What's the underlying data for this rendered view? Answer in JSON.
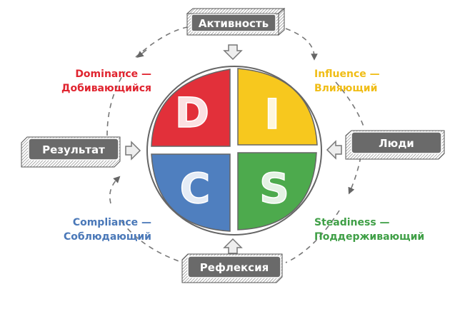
{
  "quadrants": [
    {
      "letter": "D",
      "name": "Dominance",
      "translation": "Добивающийся",
      "color": "#e2303a"
    },
    {
      "letter": "I",
      "name": "Influence",
      "translation": "Влияющий",
      "color": "#f7c81e"
    },
    {
      "letter": "C",
      "name": "Compliance",
      "translation": "Соблюдающий",
      "color": "#4f7fbf"
    },
    {
      "letter": "S",
      "name": "Steadiness",
      "translation": "Поддерживающий",
      "color": "#4daa4d"
    }
  ],
  "dash": "—",
  "boxes": {
    "top": "Активность",
    "left": "Результат",
    "right": "Люди",
    "bottom": "Рефлексия"
  },
  "label_colors": {
    "D": "#e0242f",
    "I": "#f0bd16",
    "C": "#4a78b8",
    "S": "#3f9f46"
  }
}
